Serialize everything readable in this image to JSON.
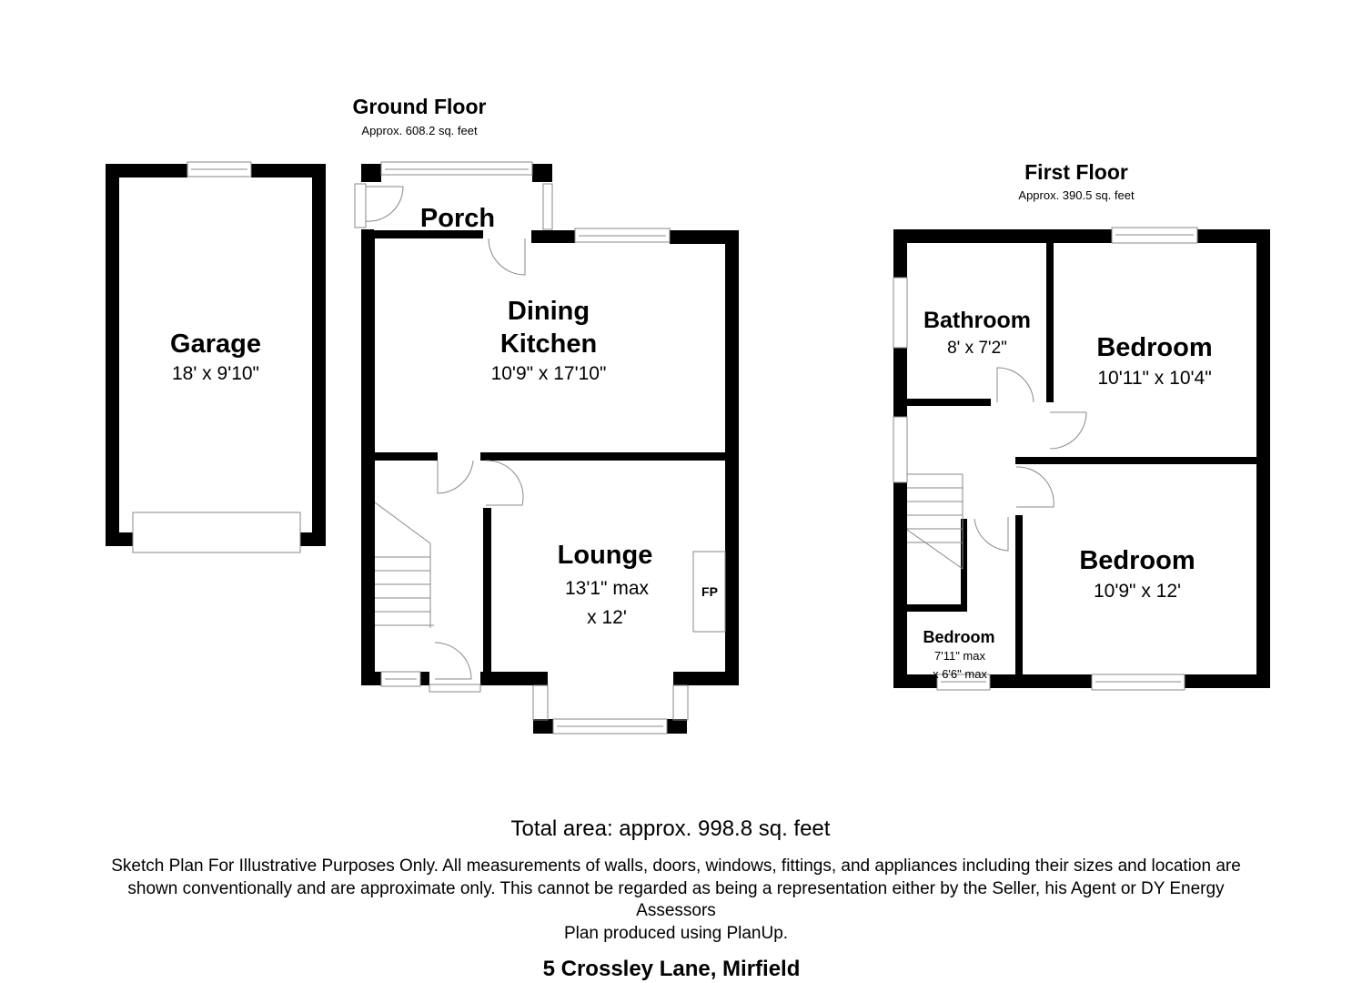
{
  "ground_floor": {
    "title": "Ground Floor",
    "area": "Approx. 608.2 sq. feet",
    "rooms": {
      "garage": {
        "name": "Garage",
        "dims": "18' x 9'10\""
      },
      "porch": {
        "name": "Porch"
      },
      "dining_kitchen": {
        "name_line1": "Dining",
        "name_line2": "Kitchen",
        "dims": "10'9\" x 17'10\""
      },
      "lounge": {
        "name": "Lounge",
        "dims_line1": "13'1\" max",
        "dims_line2": "x 12'",
        "fireplace": "FP"
      }
    }
  },
  "first_floor": {
    "title": "First Floor",
    "area": "Approx. 390.5 sq. feet",
    "rooms": {
      "bathroom": {
        "name": "Bathroom",
        "dims": "8' x 7'2\""
      },
      "bedroom_1": {
        "name": "Bedroom",
        "dims": "10'11\" x 10'4\""
      },
      "bedroom_2": {
        "name": "Bedroom",
        "dims": "10'9\" x 12'"
      },
      "bedroom_3": {
        "name": "Bedroom",
        "dims_line1": "7'11\" max",
        "dims_line2": "x 6'6\" max"
      }
    }
  },
  "footer": {
    "total_area": "Total area: approx. 998.8 sq. feet",
    "disclaimer_line1": "Sketch Plan For Illustrative Purposes Only. All measurements of walls, doors, windows, fittings, and appliances including their sizes and location are",
    "disclaimer_line2": "shown conventionally and are approximate only. This cannot be regarded as being a representation either by the Seller, his Agent or DY Energy",
    "disclaimer_line3": "Assessors",
    "produced_by": "Plan produced using PlanUp.",
    "address": "5 Crossley Lane, Mirfield"
  },
  "colors": {
    "wall": "#000000",
    "background": "#ffffff",
    "fixture_line": "#888888"
  }
}
